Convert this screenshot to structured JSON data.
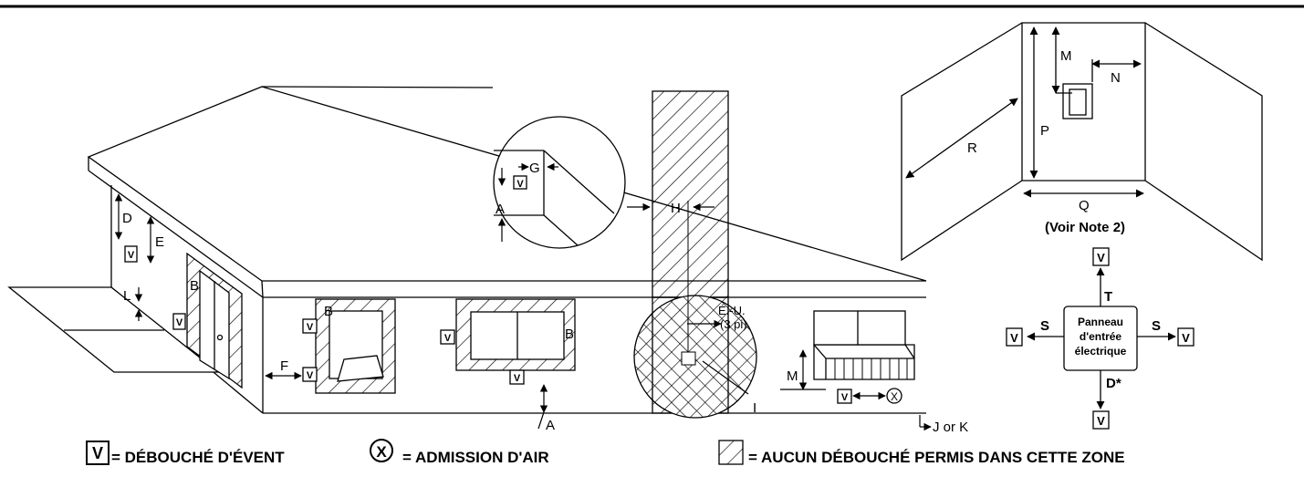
{
  "labels": {
    "A_inset": "A",
    "A_bottom": "A",
    "B_door": "B",
    "B_window1": "B",
    "B_window2": "B",
    "D": "D",
    "E": "E",
    "F": "F",
    "G": "G",
    "H": "H",
    "I": "I",
    "L": "L",
    "M_dim": "M",
    "M_meter": "M",
    "N": "N",
    "P": "P",
    "Q": "Q",
    "R": "R",
    "S_left": "S",
    "S_right": "S",
    "T": "T",
    "D_star": "D*",
    "JK": "J or K",
    "us_line1": "É.-U.",
    "us_line2": "(3 pi)",
    "voir_note": "(Voir Note 2)",
    "panel_line1": "Panneau",
    "panel_line2": "d'entrée",
    "panel_line3": "électrique",
    "v_mark": "V",
    "x_mark": "X"
  },
  "legend": {
    "vent_symbol": "V",
    "vent_text": "= DÉBOUCHÉ D'ÉVENT",
    "air_symbol": "X",
    "air_text": "= ADMISSION D'AIR",
    "zone_text": "= AUCUN DÉBOUCHÉ PERMIS DANS CETTE ZONE"
  }
}
